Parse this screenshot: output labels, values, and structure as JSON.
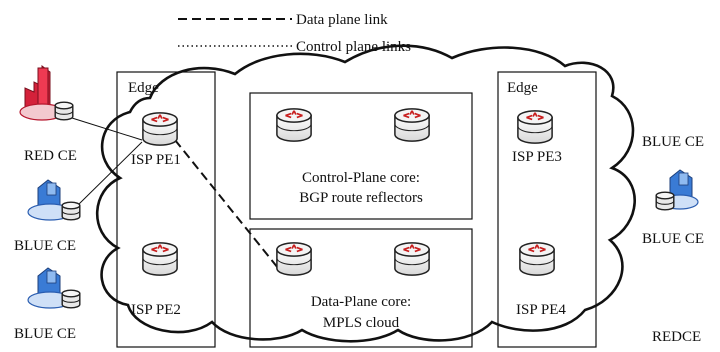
{
  "legend": {
    "data_plane": "Data plane link",
    "control_plane": "Control plane links"
  },
  "regions": {
    "edge_left": "Edge",
    "edge_right": "Edge",
    "control_core_line1": "Control-Plane  core:",
    "control_core_line2": "BGP route reflectors",
    "data_core_line1": "Data-Plane  core:",
    "data_core_line2": "MPLS cloud"
  },
  "routers": {
    "pe1": "ISP PE1",
    "pe2": "ISP PE2",
    "pe3": "ISP PE3",
    "pe4": "ISP PE4"
  },
  "customers": {
    "red_ce": "RED CE",
    "blue_ce_1": "BLUE CE",
    "blue_ce_2": "BLUE CE",
    "blue_ce_right_top": "BLUE CE",
    "blue_ce_right": "BLUE CE",
    "redce_right": "REDCE"
  },
  "colors": {
    "router_accent": "#c81e1e",
    "red_site": "#d4213a",
    "blue_site": "#3a7bd5"
  }
}
